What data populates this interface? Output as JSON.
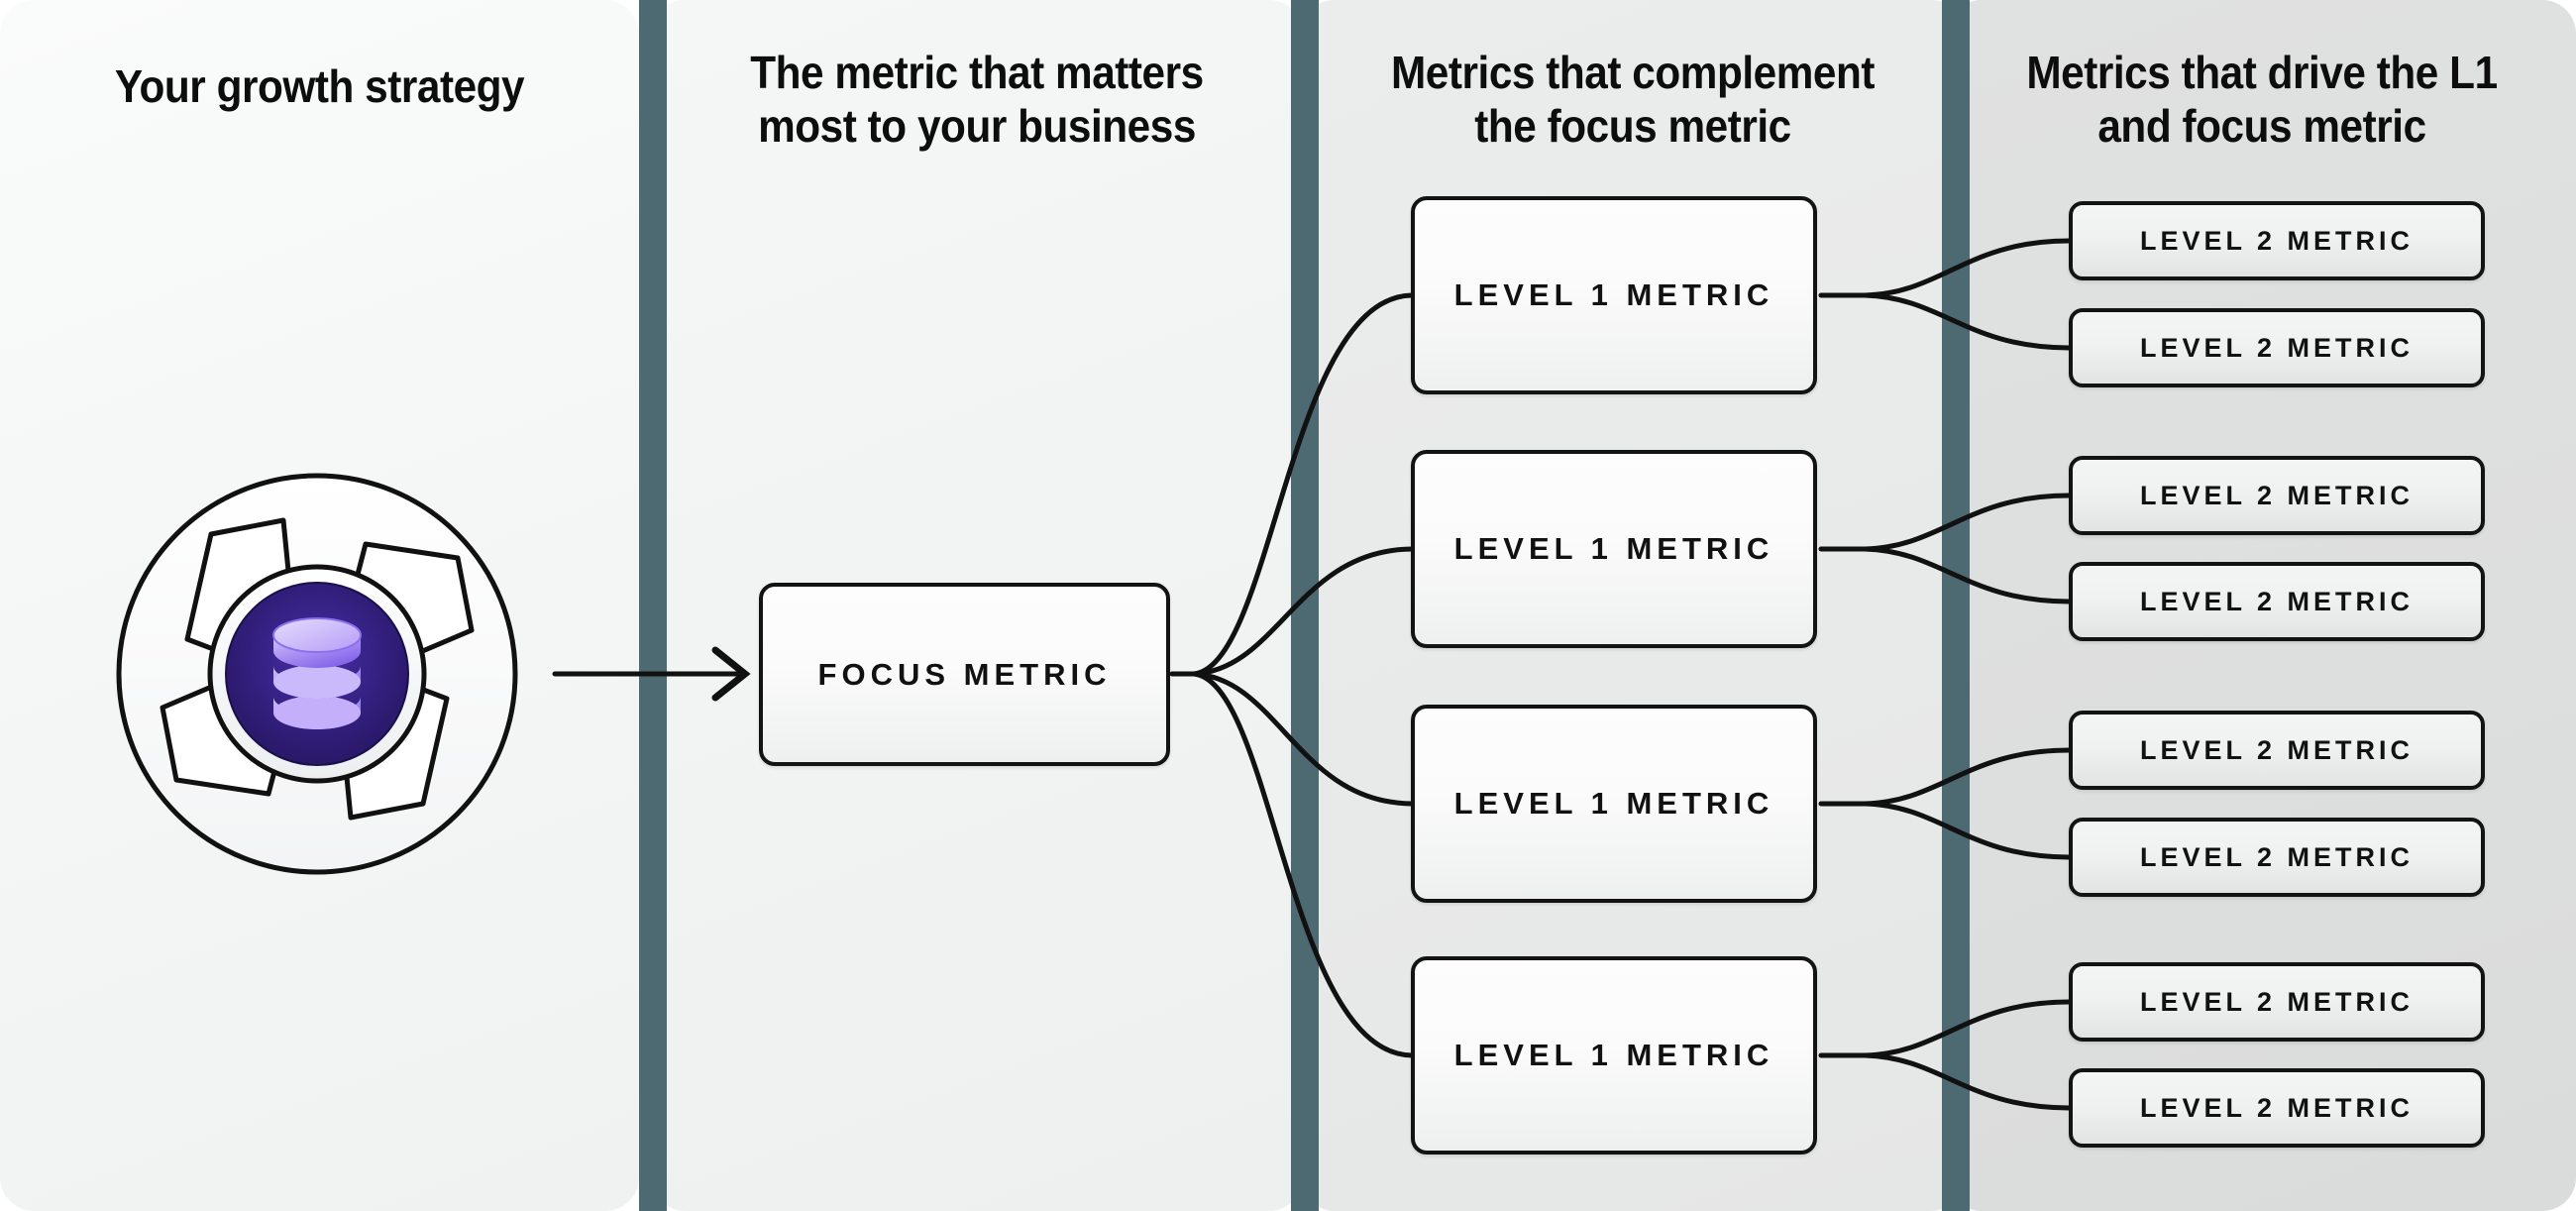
{
  "columns": [
    {
      "id": "growth-strategy",
      "title": "Your growth strategy"
    },
    {
      "id": "focus-metric",
      "title": "The metric that matters\nmost to your business"
    },
    {
      "id": "complement",
      "title": "Metrics that complement\nthe focus metric"
    },
    {
      "id": "drivers",
      "title": "Metrics that drive the L1\nand focus metric"
    }
  ],
  "logo": {
    "icon": "database-icon",
    "badge_color": "#2e1a78",
    "accent_color": "#7a5cf0",
    "ring_color": "#fafbfb",
    "stroke_color": "#111111"
  },
  "focus_node": {
    "label": "FOCUS METRIC"
  },
  "level1_nodes": [
    {
      "label": "LEVEL 1 METRIC"
    },
    {
      "label": "LEVEL 1 METRIC"
    },
    {
      "label": "LEVEL 1 METRIC"
    },
    {
      "label": "LEVEL 1 METRIC"
    }
  ],
  "level2_nodes": [
    {
      "label": "LEVEL 2 METRIC"
    },
    {
      "label": "LEVEL 2 METRIC"
    },
    {
      "label": "LEVEL 2 METRIC"
    },
    {
      "label": "LEVEL 2 METRIC"
    },
    {
      "label": "LEVEL 2 METRIC"
    },
    {
      "label": "LEVEL 2 METRIC"
    },
    {
      "label": "LEVEL 2 METRIC"
    },
    {
      "label": "LEVEL 2 METRIC"
    }
  ],
  "theme": {
    "divider_color": "#4d6a72",
    "panel_1_bg": "#f6f7f7",
    "panel_2_bg": "#f2f3f3",
    "panel_3_bg": "#e9eaea",
    "panel_4_bg": "#dedfdf",
    "node_border": "#131313",
    "text_color": "#0d0d0d"
  }
}
